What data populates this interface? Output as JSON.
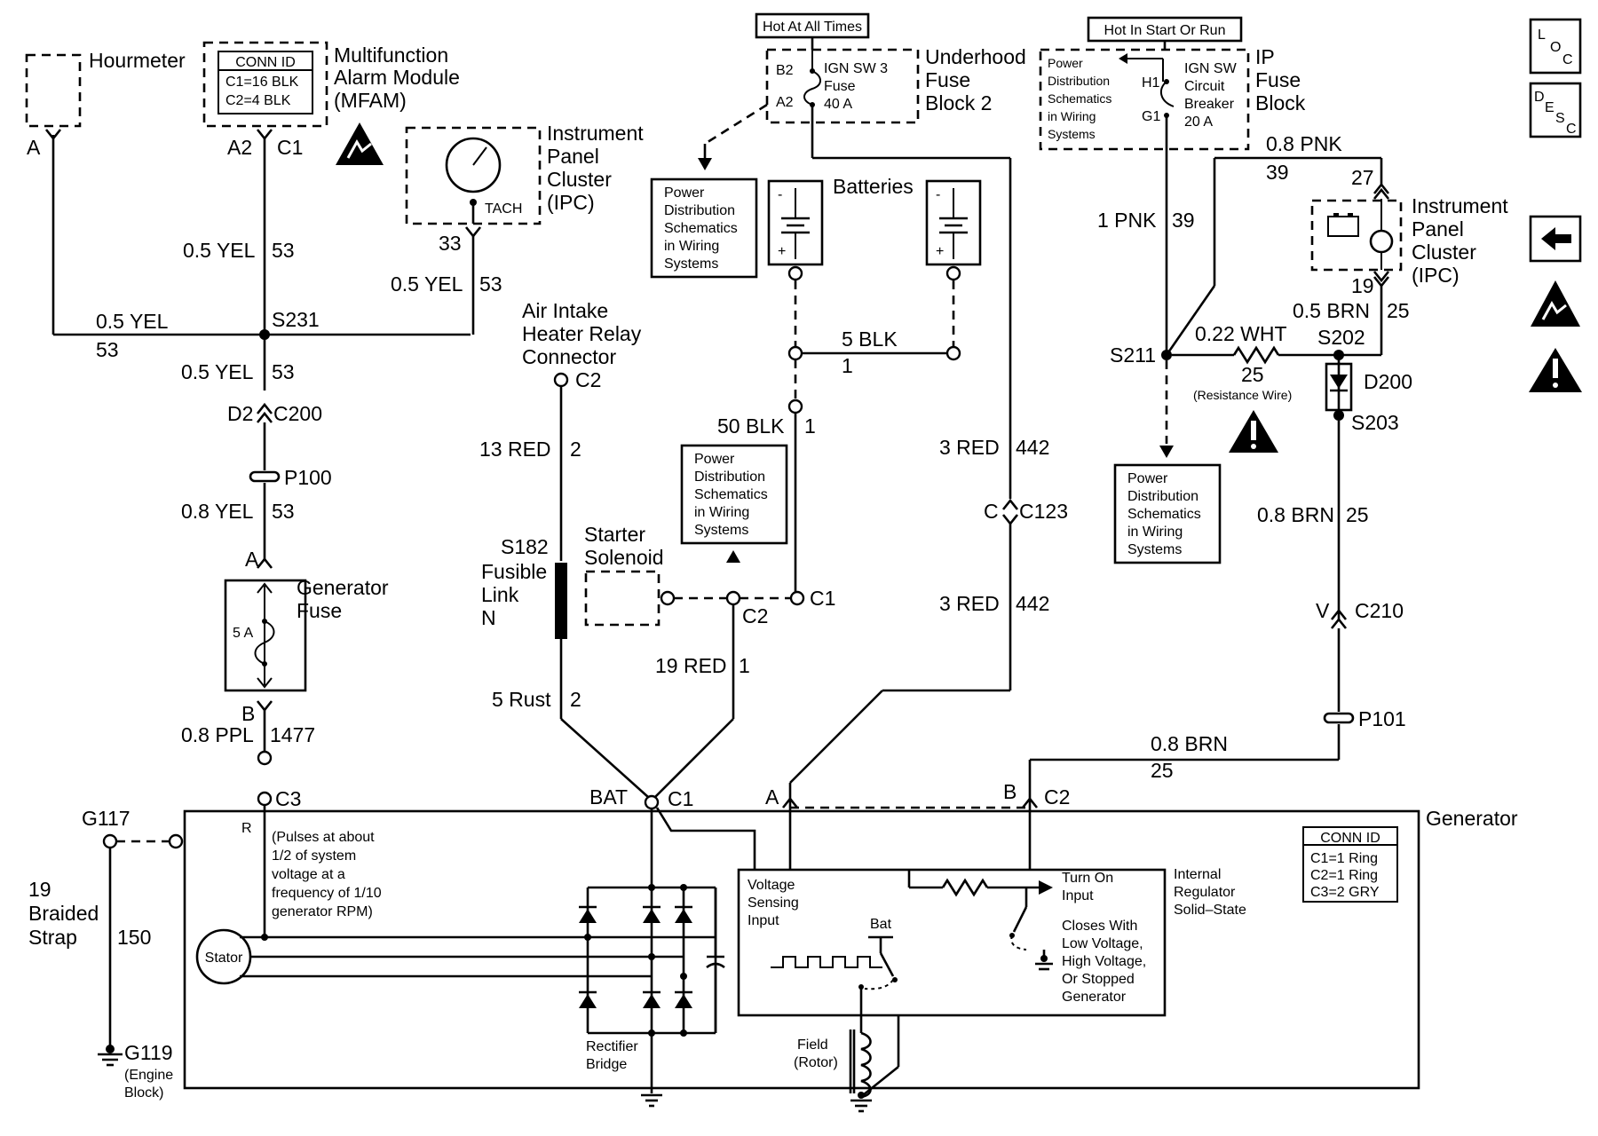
{
  "components": {
    "hourmeter": "Hourmeter",
    "mfam": {
      "lines": [
        "Multifunction",
        "Alarm Module",
        "(MFAM)"
      ],
      "conn_title": "CONN ID",
      "conn_rows": [
        "C1=16 BLK",
        "C2=4 BLK"
      ]
    },
    "ipc_tach": {
      "lines": [
        "Instrument",
        "Panel",
        "Cluster",
        "(IPC)"
      ],
      "tach": "TACH"
    },
    "underhood_fuse": {
      "hot": "Hot At All Times",
      "lines": [
        "Underhood",
        "Fuse",
        "Block 2"
      ],
      "inner": [
        "IGN SW 3",
        "Fuse",
        "40 A"
      ],
      "pins": [
        "B2",
        "A2"
      ]
    },
    "ip_fuse": {
      "hot": "Hot In Start Or Run",
      "lines": [
        "IP",
        "Fuse",
        "Block"
      ],
      "inner": [
        "IGN SW",
        "Circuit",
        "Breaker",
        "20 A"
      ],
      "pins": [
        "H1",
        "G1"
      ],
      "pds": [
        "Power",
        "Distribution",
        "Schematics",
        "in Wiring",
        "Systems"
      ]
    },
    "pds_box": [
      "Power",
      "Distribution",
      "Schematics",
      "in Wiring",
      "Systems"
    ],
    "batteries": "Batteries",
    "air_intake": [
      "Air Intake",
      "Heater Relay",
      "Connector"
    ],
    "fusible_link": [
      "Fusible",
      "Link",
      "N"
    ],
    "starter_solenoid": [
      "Starter",
      "Solenoid"
    ],
    "ipc_right": [
      "Instrument",
      "Panel",
      "Cluster",
      "(IPC)"
    ],
    "generator_fuse": {
      "lines": [
        "Generator",
        "Fuse"
      ],
      "rating": "5 A"
    },
    "generator": {
      "title": "Generator",
      "conn_title": "CONN ID",
      "conn_rows": [
        "C1=1 Ring",
        "C2=1 Ring",
        "C3=2 GRY"
      ],
      "pulses": [
        "(Pulses at about",
        "1/2 of system",
        "voltage at a",
        "frequency of 1/10",
        "generator RPM)"
      ],
      "stator": "Stator",
      "rectifier": [
        "Rectifier",
        "Bridge"
      ],
      "field": [
        "Field",
        "(Rotor)"
      ],
      "voltage_sensing": [
        "Voltage",
        "Sensing",
        "Input"
      ],
      "bat": "Bat",
      "turn_on": [
        "Turn On",
        "Input"
      ],
      "closes": [
        "Closes With",
        "Low Voltage,",
        "High Voltage,",
        "Or Stopped",
        "Generator"
      ],
      "regulator": [
        "Internal",
        "Regulator",
        "Solid–State"
      ]
    },
    "braided_strap": [
      "19",
      "Braided",
      "Strap"
    ],
    "g119": [
      "G119",
      "(Engine",
      "Block)"
    ],
    "resistance_wire": "(Resistance Wire)"
  },
  "labels": {
    "A_hour": "A",
    "A2": "A2",
    "C1_mfam": "C1",
    "yel53_a": "0.5 YEL",
    "n53_a": "53",
    "yel_h": "0.5 YEL",
    "n53_h": "53",
    "s231": "S231",
    "yel_tach": "0.5 YEL",
    "n53_tach": "53",
    "n33": "33",
    "yel53_b": "0.5 YEL",
    "n53_b": "53",
    "d2": "D2",
    "c200": "C200",
    "p100": "P100",
    "yel08": "0.8 YEL",
    "n53_c": "53",
    "gf_a": "A",
    "gf_b": "B",
    "ppl": "0.8 PPL",
    "n1477": "1477",
    "c3": "C3",
    "g117": "G117",
    "r": "R",
    "n150": "150",
    "c2_air": "C2",
    "red13": "13 RED",
    "n2_air": "2",
    "s182": "S182",
    "rust": "5 Rust",
    "n2_rust": "2",
    "blk5": "5 BLK",
    "n1_blk5": "1",
    "blk50": "50 BLK",
    "n1_blk50": "1",
    "c1_sol": "C1",
    "c2_sol": "C2",
    "red19": "19 RED",
    "n1_red19": "1",
    "bat": "BAT",
    "c1_bat": "C1",
    "red3_a": "3 RED",
    "n442_a": "442",
    "c_c123": "C",
    "c123": "C123",
    "red3_b": "3 RED",
    "n442_b": "442",
    "a_gen": "A",
    "b_gen": "B",
    "c2_gen": "C2",
    "pnk1": "1 PNK",
    "n39_a": "39",
    "pnk08": "0.8 PNK",
    "n39_b": "39",
    "n27": "27",
    "n19": "19",
    "brn05": "0.5 BRN",
    "n25_a": "25",
    "s211": "S211",
    "wht": "0.22 WHT",
    "n25_wht": "25",
    "s202": "S202",
    "d200": "D200",
    "s203": "S203",
    "brn08_a": "0.8 BRN",
    "n25_b": "25",
    "v": "V",
    "c210": "C210",
    "p101": "P101",
    "brn08_b": "0.8 BRN",
    "n25_c": "25"
  },
  "nav": {
    "loc": [
      "L",
      "O",
      "C"
    ],
    "desc": [
      "D",
      "E",
      "S",
      "C"
    ]
  }
}
